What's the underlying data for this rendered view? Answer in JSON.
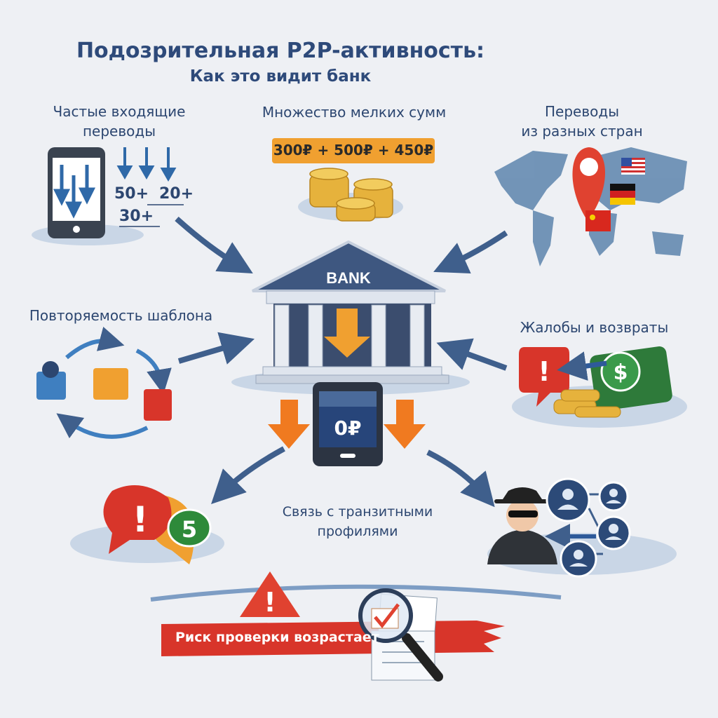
{
  "title": {
    "line1": "Подозрительная P2P-активность:",
    "line2": "Как это видит банк"
  },
  "sections": {
    "frequent": {
      "line1": "Частые входящие",
      "line2": "переводы",
      "counts": [
        "50+",
        "20+",
        "30+"
      ]
    },
    "small_sums": {
      "label": "Множество мелких сумм",
      "sum_badge": "300₽ + 500₽ + 450₽"
    },
    "countries": {
      "line1": "Переводы",
      "line2": "из разных стран"
    },
    "pattern": {
      "label": "Повторяемость шаблона"
    },
    "complaints": {
      "label": "Жалобы и возвраты"
    },
    "transit": {
      "line1": "Связь с транзитными",
      "line2": "профилями"
    },
    "alert_badge": "5"
  },
  "bank": {
    "label": "BANK",
    "balance": "0₽"
  },
  "banner": {
    "text": "Риск проверки возрастает"
  },
  "colors": {
    "navy": "#2e4a7a",
    "orange": "#f0a030",
    "red": "#d8352a",
    "green": "#2e8a3a",
    "arrow": "#3f5f8c"
  }
}
